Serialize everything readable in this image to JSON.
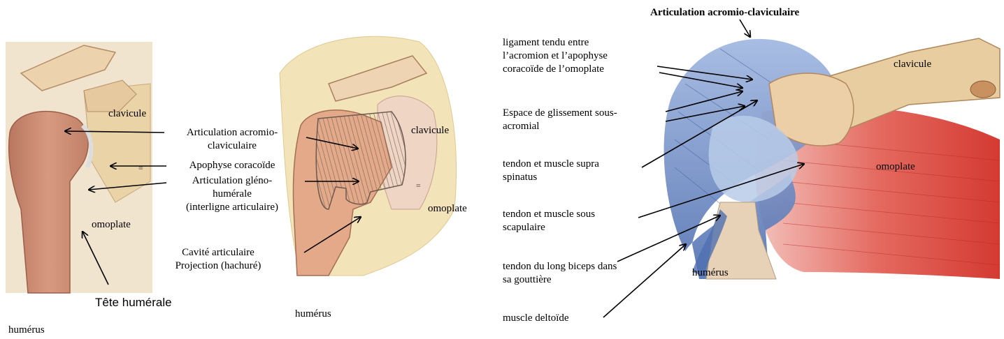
{
  "left_figure": {
    "clavicule": "clavicule",
    "articulation_acromio": [
      "Articulation acromio-",
      "claviculaire"
    ],
    "apophyse": "Apophyse coracoïde",
    "articulation_gleno": [
      "Articulation gléno-",
      "humérale",
      "(interligne articulaire)"
    ],
    "omoplate": "omoplate",
    "tete_humerale": "Tête humérale",
    "humerus": "humérus"
  },
  "middle_figure": {
    "clavicule": "clavicule",
    "omoplate": "omoplate",
    "cavite": [
      "Cavité articulaire",
      "Projection (hachuré)"
    ],
    "humerus": "humérus"
  },
  "right_figure": {
    "title": "Articulation acromio-claviculaire",
    "ligament": [
      "ligament tendu entre",
      "l’acromion et l’apophyse",
      "coracoïde de l’omoplate"
    ],
    "espace": [
      "Espace de glissement sous-",
      "acromial"
    ],
    "supra": [
      "tendon et muscle supra",
      "spinatus"
    ],
    "sous": [
      "tendon et muscle sous",
      "scapulaire"
    ],
    "biceps": [
      "tendon du long biceps dans",
      "sa gouttière"
    ],
    "deltoide": "muscle deltoïde",
    "clavicule": "clavicule",
    "omoplate": "omoplate",
    "humerus": "humérus"
  },
  "colors": {
    "bone": "#e8c9a0",
    "bone_shadow": "#c99a70",
    "humerus_head": "#c9856a",
    "skin_bg": "#f1dfb8",
    "ligament_blue": "#6f8fc8",
    "muscle_red": "#d9483f"
  }
}
